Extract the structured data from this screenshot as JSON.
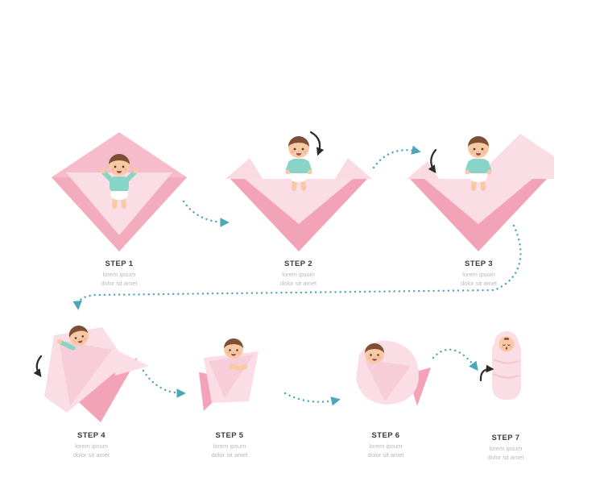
{
  "infographic": {
    "subject": "baby-swaddling-steps",
    "step_count": 7
  },
  "steps": [
    {
      "label": "STEP 1",
      "desc_line1": "lorem ipsum",
      "desc_line2": "dolor sit amet"
    },
    {
      "label": "STEP 2",
      "desc_line1": "lorem ipsum",
      "desc_line2": "dolor sit amet"
    },
    {
      "label": "STEP 3",
      "desc_line1": "lorem ipsum",
      "desc_line2": "dolor sit amet"
    },
    {
      "label": "STEP 4",
      "desc_line1": "lorem ipsum",
      "desc_line2": "dolor sit amet"
    },
    {
      "label": "STEP 5",
      "desc_line1": "lorem ipsum",
      "desc_line2": "dolor sit amet"
    },
    {
      "label": "STEP 6",
      "desc_line1": "lorem ipsum",
      "desc_line2": "dolor sit amet"
    },
    {
      "label": "STEP 7",
      "desc_line1": "lorem ipsum",
      "desc_line2": "dolor sit amet"
    }
  ],
  "colors": {
    "background": "#ffffff",
    "blanket_light": "#fbdde5",
    "blanket_medium": "#f6bccb",
    "blanket_dark": "#f2a3b8",
    "blanket_fold_shade": "#f7cdd9",
    "baby_skin": "#f9c9a4",
    "baby_hair": "#7d4f35",
    "baby_shirt": "#88d4c6",
    "diaper": "#ffffff",
    "connector_teal": "#4ba8b8",
    "fold_arrow_black": "#2b2b2b",
    "step_label_text": "#3b3b3b",
    "description_text": "#b9b9b9"
  },
  "icons": {
    "dotted_connector_arrow": "teal dotted curve with solid triangular arrowhead",
    "fold_direction_arrow": "black curved arrow with solid triangular arrowhead"
  }
}
